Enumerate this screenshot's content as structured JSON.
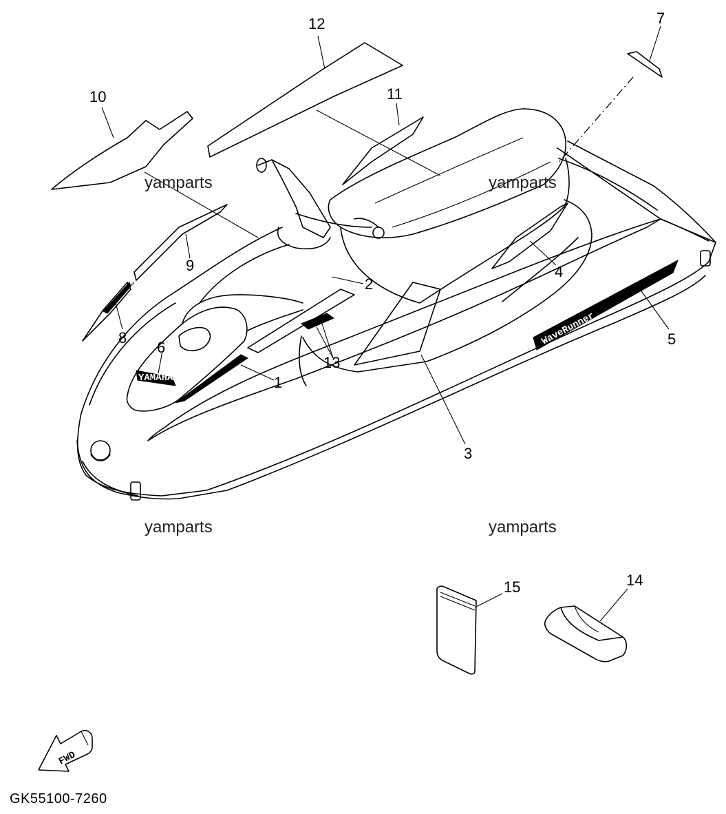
{
  "callouts": [
    {
      "id": "1",
      "text": "1"
    },
    {
      "id": "2",
      "text": "2"
    },
    {
      "id": "3",
      "text": "3"
    },
    {
      "id": "4",
      "text": "4"
    },
    {
      "id": "5",
      "text": "5"
    },
    {
      "id": "6",
      "text": "6"
    },
    {
      "id": "7",
      "text": "7"
    },
    {
      "id": "8",
      "text": "8"
    },
    {
      "id": "9",
      "text": "9"
    },
    {
      "id": "10",
      "text": "10"
    },
    {
      "id": "11",
      "text": "11"
    },
    {
      "id": "12",
      "text": "12"
    },
    {
      "id": "13",
      "text": "13"
    },
    {
      "id": "14",
      "text": "14"
    },
    {
      "id": "15",
      "text": "15"
    }
  ],
  "watermarks": [
    "yamparts",
    "yamparts",
    "yamparts",
    "yamparts"
  ],
  "fwd_label": "FWD",
  "diagram_code": "GK55100-7260",
  "decal_text": {
    "yamaha": "YAMAHA",
    "waverunner": "WaveRunner"
  }
}
